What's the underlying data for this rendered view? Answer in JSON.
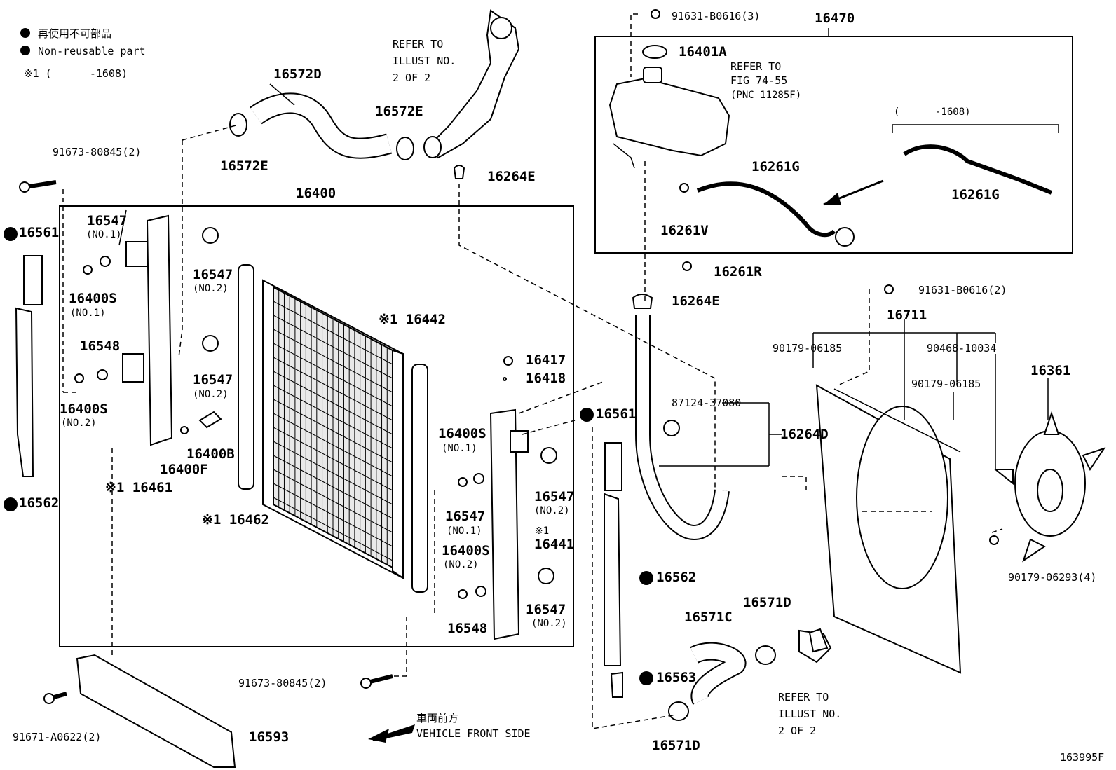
{
  "legend": {
    "jp_text": "再使用不可部品",
    "en_text": "Non-reusable part",
    "range_note": "※1 (      -1608)"
  },
  "callouts": [
    {
      "id": "c-16572D",
      "text": "16572D"
    },
    {
      "id": "c-16572E-a",
      "text": "16572E"
    },
    {
      "id": "c-16572E-b",
      "text": "16572E"
    },
    {
      "id": "c-16264E-a",
      "text": "16264E"
    },
    {
      "id": "c-16400",
      "text": "16400"
    },
    {
      "id": "c-91673-a",
      "text": "91673-80845(2)"
    },
    {
      "id": "c-16561-a",
      "text": "16561"
    },
    {
      "id": "c-16547-a",
      "text": "16547"
    },
    {
      "id": "c-16547-a-no",
      "text": "(NO.1)"
    },
    {
      "id": "c-16400S-a",
      "text": "16400S"
    },
    {
      "id": "c-16400S-a-no",
      "text": "(NO.1)"
    },
    {
      "id": "c-16547-b",
      "text": "16547"
    },
    {
      "id": "c-16547-b-no",
      "text": "(NO.2)"
    },
    {
      "id": "c-16548-a",
      "text": "16548"
    },
    {
      "id": "c-16547-c",
      "text": "16547"
    },
    {
      "id": "c-16547-c-no",
      "text": "(NO.2)"
    },
    {
      "id": "c-16400S-b",
      "text": "16400S"
    },
    {
      "id": "c-16400S-b-no",
      "text": "(NO.2)"
    },
    {
      "id": "c-16400B",
      "text": "16400B"
    },
    {
      "id": "c-16400F",
      "text": "16400F"
    },
    {
      "id": "c-16461",
      "text": "※1 16461"
    },
    {
      "id": "c-16562-a",
      "text": "16562"
    },
    {
      "id": "c-16462",
      "text": "※1 16462"
    },
    {
      "id": "c-16442",
      "text": "※1 16442"
    },
    {
      "id": "c-16417",
      "text": "16417"
    },
    {
      "id": "c-16418",
      "text": "16418"
    },
    {
      "id": "c-16400S-c",
      "text": "16400S"
    },
    {
      "id": "c-16400S-c-no",
      "text": "(NO.1)"
    },
    {
      "id": "c-16547-d",
      "text": "16547"
    },
    {
      "id": "c-16547-d-no",
      "text": "(NO.2)"
    },
    {
      "id": "c-16547-e",
      "text": "16547"
    },
    {
      "id": "c-16547-e-no",
      "text": "(NO.1)"
    },
    {
      "id": "c-16441-mark",
      "text": "※1"
    },
    {
      "id": "c-16441",
      "text": "16441"
    },
    {
      "id": "c-16400S-d",
      "text": "16400S"
    },
    {
      "id": "c-16400S-d-no",
      "text": "(NO.2)"
    },
    {
      "id": "c-16547-f",
      "text": "16547"
    },
    {
      "id": "c-16547-f-no",
      "text": "(NO.2)"
    },
    {
      "id": "c-16548-b",
      "text": "16548"
    },
    {
      "id": "c-91673-b",
      "text": "91673-80845(2)"
    },
    {
      "id": "c-91671",
      "text": "91671-A0622(2)"
    },
    {
      "id": "c-16593",
      "text": "16593"
    },
    {
      "id": "c-91631-a",
      "text": "91631-B0616(3)"
    },
    {
      "id": "c-16470",
      "text": "16470"
    },
    {
      "id": "c-16401A",
      "text": "16401A"
    },
    {
      "id": "c-refer-fig-1",
      "text": "REFER TO"
    },
    {
      "id": "c-refer-fig-2",
      "text": "FIG 74-55"
    },
    {
      "id": "c-refer-fig-3",
      "text": "(PNC 11285F)"
    },
    {
      "id": "c-range-box",
      "text": "(      -1608)"
    },
    {
      "id": "c-16261G-a",
      "text": "16261G"
    },
    {
      "id": "c-16261G-b",
      "text": "16261G"
    },
    {
      "id": "c-16261V",
      "text": "16261V"
    },
    {
      "id": "c-16261R",
      "text": "16261R"
    },
    {
      "id": "c-16264E-b",
      "text": "16264E"
    },
    {
      "id": "c-91631-b",
      "text": "91631-B0616(2)"
    },
    {
      "id": "c-16711",
      "text": "16711"
    },
    {
      "id": "c-90179-a",
      "text": "90179-06185"
    },
    {
      "id": "c-90468",
      "text": "90468-10034"
    },
    {
      "id": "c-90179-b",
      "text": "90179-06185"
    },
    {
      "id": "c-16361",
      "text": "16361"
    },
    {
      "id": "c-87124",
      "text": "87124-37080"
    },
    {
      "id": "c-16264D",
      "text": "16264D"
    },
    {
      "id": "c-16561-b",
      "text": "16561"
    },
    {
      "id": "c-16562-b",
      "text": "16562"
    },
    {
      "id": "c-16563",
      "text": "16563"
    },
    {
      "id": "c-16571C",
      "text": "16571C"
    },
    {
      "id": "c-16571D-a",
      "text": "16571D"
    },
    {
      "id": "c-16571D-b",
      "text": "16571D"
    },
    {
      "id": "c-90179-06293",
      "text": "90179-06293(4)"
    },
    {
      "id": "c-refer-ill-a1",
      "text": "REFER TO"
    },
    {
      "id": "c-refer-ill-a2",
      "text": "ILLUST NO."
    },
    {
      "id": "c-refer-ill-a3",
      "text": "2 OF 2"
    },
    {
      "id": "c-refer-ill-b1",
      "text": "REFER TO"
    },
    {
      "id": "c-refer-ill-b2",
      "text": "ILLUST NO."
    },
    {
      "id": "c-refer-ill-b3",
      "text": "2 OF 2"
    },
    {
      "id": "c-front-jp",
      "text": "車両前方"
    },
    {
      "id": "c-front-en",
      "text": "VEHICLE FRONT SIDE"
    },
    {
      "id": "c-drawing-no",
      "text": "163995F"
    }
  ]
}
